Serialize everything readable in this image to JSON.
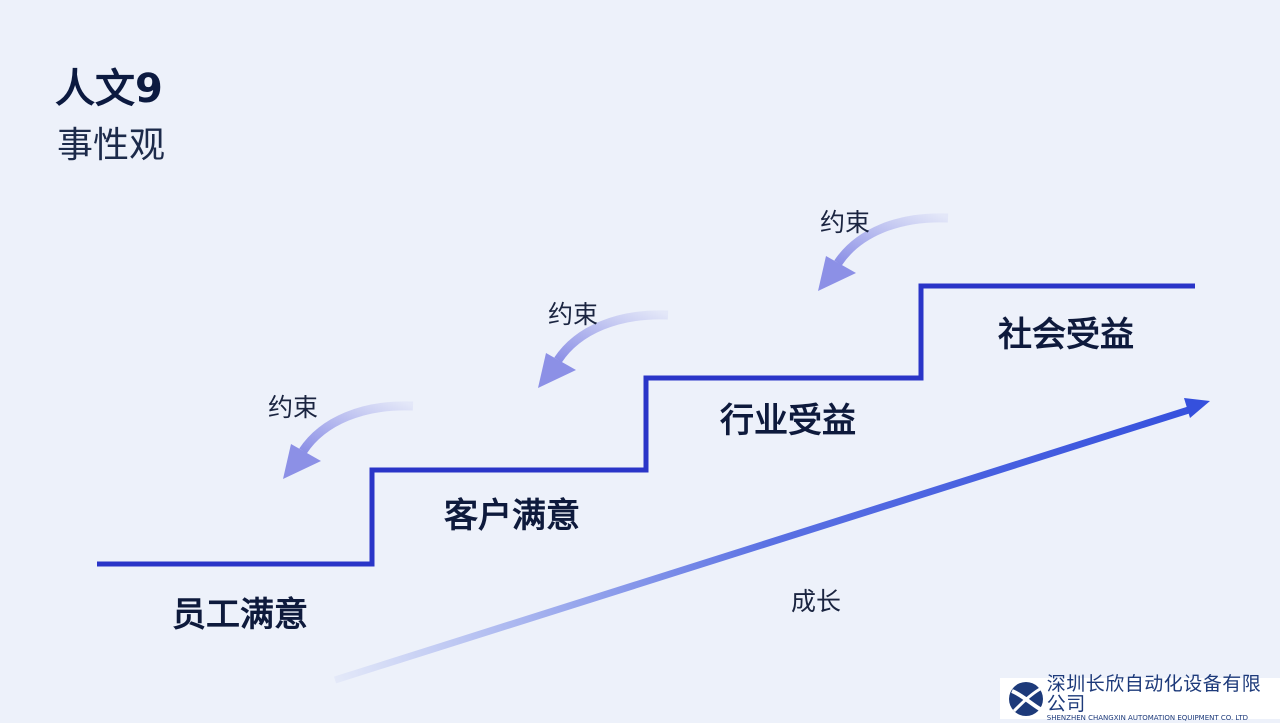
{
  "title": "人文9",
  "subtitle": "事性观",
  "steps": [
    "员工满意",
    "客户满意",
    "行业受益",
    "社会受益"
  ],
  "constraint_label": "约束",
  "growth_label": "成长",
  "company": {
    "name_cn": "深圳长欣自动化设备有限公司",
    "name_en": "SHENZHEN CHANGXIN AUTOMATION EQUIPMENT CO. LTD"
  },
  "colors": {
    "stair": "#2a35c8",
    "arrow": "#8c90e6",
    "growth": "#3550dd"
  }
}
